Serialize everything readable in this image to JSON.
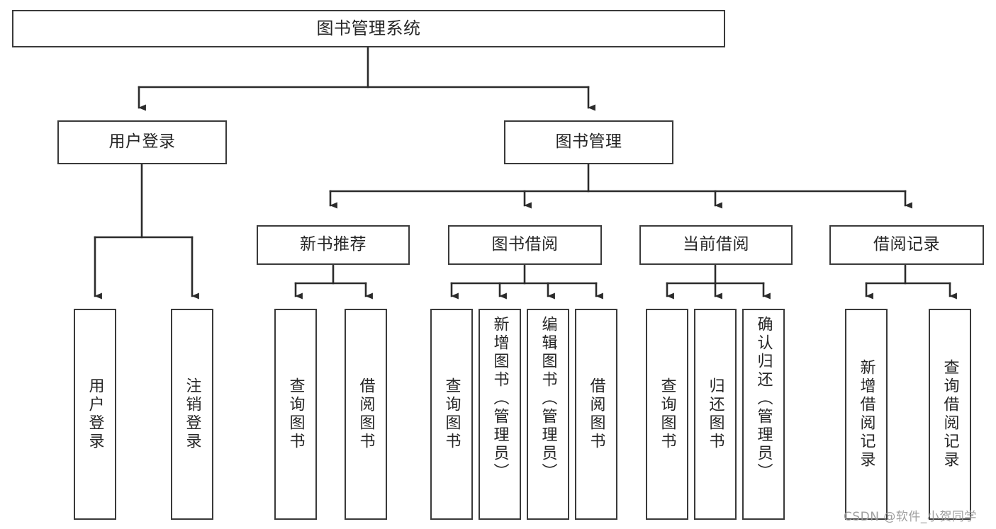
{
  "diagram": {
    "type": "tree-hierarchy",
    "title": "图书管理系统",
    "root": {
      "label": "图书管理系统"
    },
    "level2": [
      {
        "label": "用户登录"
      },
      {
        "label": "图书管理"
      }
    ],
    "level3": [
      {
        "label": "新书推荐"
      },
      {
        "label": "图书借阅"
      },
      {
        "label": "当前借阅"
      },
      {
        "label": "借阅记录"
      }
    ],
    "leaves": {
      "user_login": [
        {
          "label": "用户登录"
        },
        {
          "label": "注销登录"
        }
      ],
      "new_book_recommend": [
        {
          "label": "查询图书"
        },
        {
          "label": "借阅图书"
        }
      ],
      "book_borrow": [
        {
          "label": "查询图书"
        },
        {
          "label": "新增图书（管理员）"
        },
        {
          "label": "编辑图书（管理员）"
        },
        {
          "label": "借阅图书"
        }
      ],
      "current_borrow": [
        {
          "label": "查询图书"
        },
        {
          "label": "归还图书"
        },
        {
          "label": "确认归还（管理员）"
        }
      ],
      "borrow_record": [
        {
          "label": "新增借阅记录"
        },
        {
          "label": "查询借阅记录"
        }
      ]
    }
  },
  "watermark": {
    "text": "CSDN @软件_小贺同学"
  },
  "colors": {
    "box_border": "#3a3a3a",
    "box_fill": "#ffffff",
    "connector": "#2b2b2b",
    "text": "#262626",
    "watermark": "#9a9a9a",
    "background": "#ffffff"
  }
}
